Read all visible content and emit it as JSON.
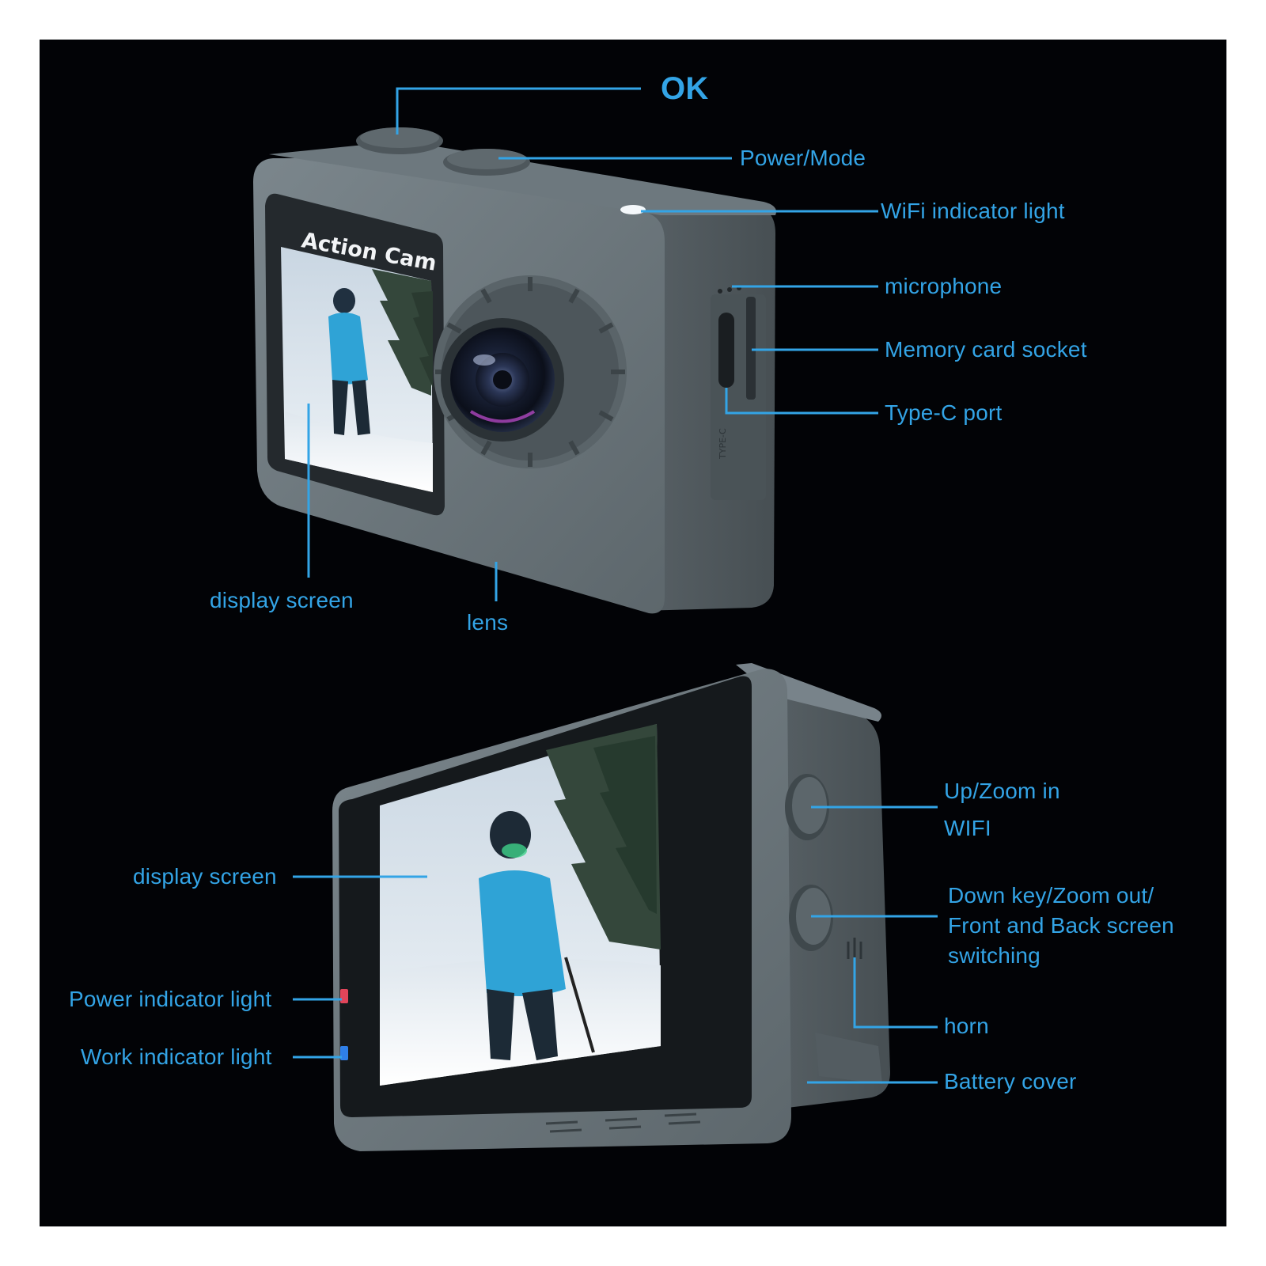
{
  "colors": {
    "background": "#020306",
    "callout": "#33a4e6",
    "camera_body": "#606a6f",
    "power_led": "#e0455a",
    "work_led": "#2f7fe8"
  },
  "camera_branding": "Action Cam",
  "port_marking": "TYPE-C",
  "front_view": {
    "labels": {
      "ok": "OK",
      "power_mode": "Power/Mode",
      "wifi_light": "WiFi indicator light",
      "microphone": "microphone",
      "memory_card": "Memory card socket",
      "type_c": "Type-C port",
      "display_screen": "display screen",
      "lens": "lens"
    }
  },
  "back_view": {
    "labels": {
      "up_zoom": "Up/Zoom in",
      "wifi": "WIFI",
      "down_key": "Down key/Zoom out/ Front and Back screen switching",
      "horn": "horn",
      "battery_cover": "Battery cover",
      "display_screen": "display screen",
      "power_light": "Power indicator light",
      "work_light": "Work indicator light"
    }
  }
}
